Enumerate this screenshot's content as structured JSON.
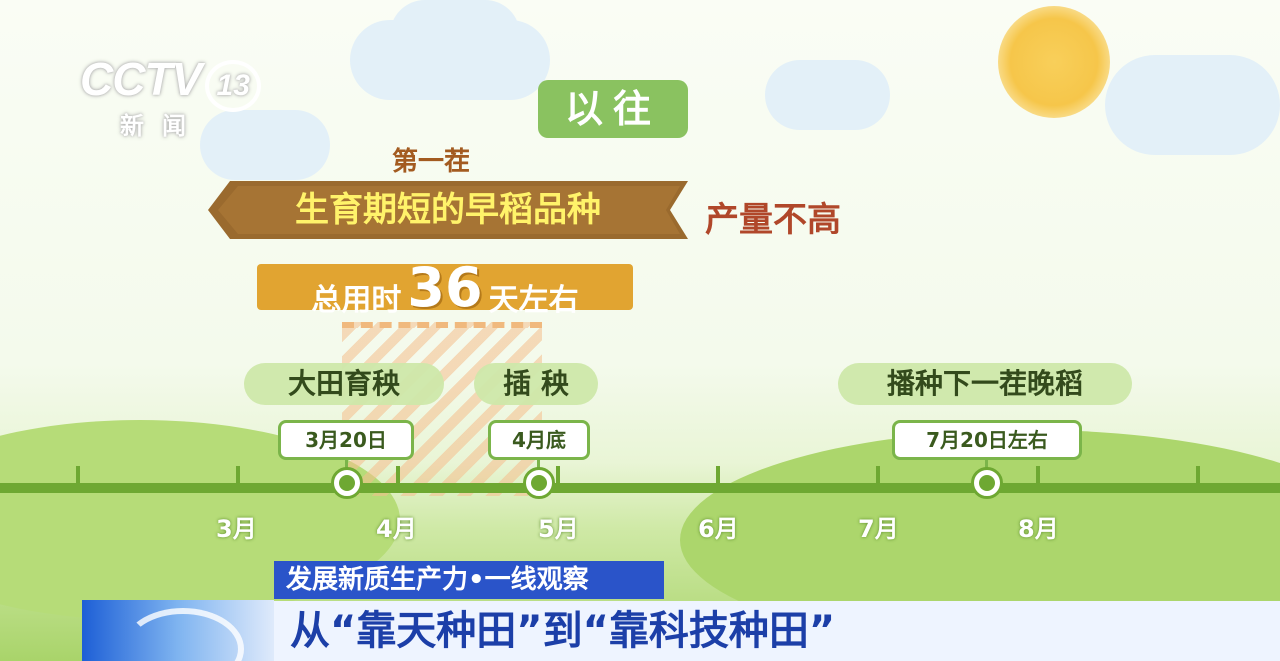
{
  "logo": {
    "channel": "CCTV",
    "number": "13",
    "sub": "新闻"
  },
  "badge": "以往",
  "first_crop_label": "第一茬",
  "variety_banner": "生育期短的早稻品种",
  "yield_note": "产量不高",
  "total_time": {
    "prefix": "总用时",
    "days": "36",
    "suffix": "天左右"
  },
  "stages": [
    {
      "label": "大田育秧",
      "date": "3月20日"
    },
    {
      "label": "插  秧",
      "date": "4月底"
    },
    {
      "label": "播种下一茬晚稻",
      "date": "7月20日左右"
    }
  ],
  "months": [
    "3月",
    "4月",
    "5月",
    "6月",
    "7月",
    "8月"
  ],
  "caption": {
    "tag": "发展新质生产力•一线观察",
    "headline": "从“靠天种田”到“靠科技种田”"
  },
  "colors": {
    "accent_green": "#8ac260",
    "axis_green": "#6ea832",
    "banner_brown": "#9a6a2e",
    "total_orange": "#e1a431",
    "banner_text": "#fff36a",
    "yield_red": "#b0472a",
    "caption_blue": "#2a54c9"
  }
}
